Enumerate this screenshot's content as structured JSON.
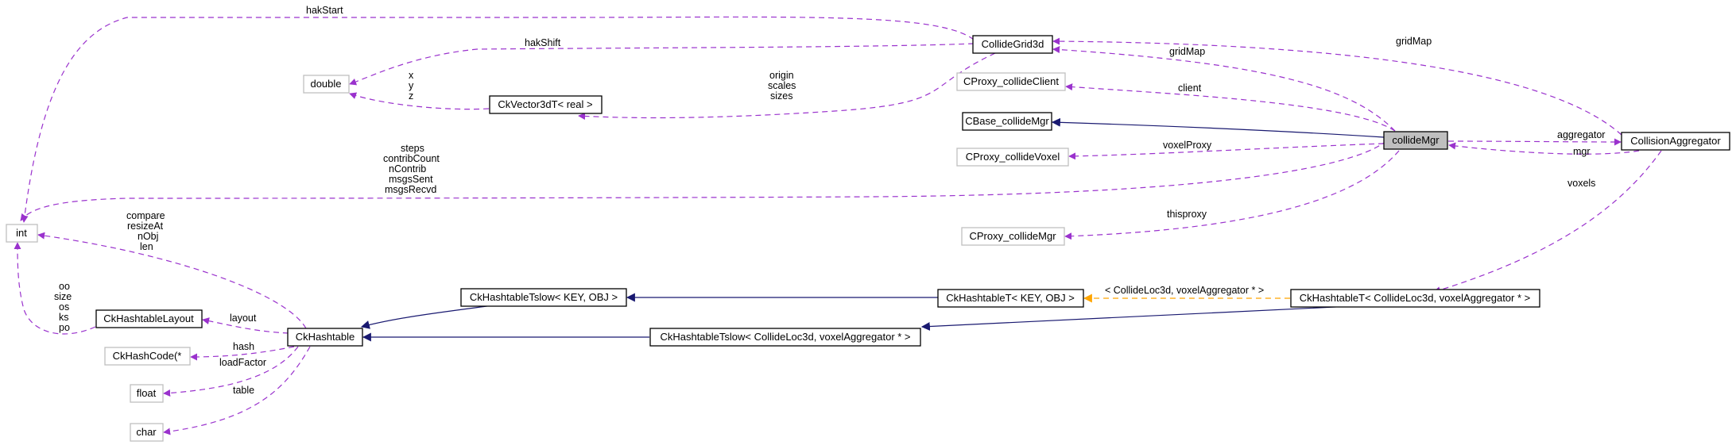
{
  "colors": {
    "usage_edge": "#9a32cd",
    "inheritance_edge": "#191970",
    "template_edge": "#ffa500",
    "focus_fill": "#bfbfbf",
    "gray_border": "#bfbfbf"
  },
  "nodes": {
    "int": "int",
    "double": "double",
    "float": "float",
    "char": "char",
    "ckhashcode": "CkHashCode(*",
    "ckhashtablelayout": "CkHashtableLayout",
    "ckhashtable": "CkHashtable",
    "ckvector3dt": "CkVector3dT< real >",
    "collidegrid3d": "CollideGrid3d",
    "cproxy_collideclient": "CProxy_collideClient",
    "cbase_collidemgr": "CBase_collideMgr",
    "cproxy_collidevoxel": "CProxy_collideVoxel",
    "cproxy_collidemgr": "CProxy_collideMgr",
    "collidemgr": "collideMgr",
    "collisionaggregator": "CollisionAggregator",
    "ckhashtabletslow_key_obj": "CkHashtableTslow< KEY, OBJ >",
    "ckhashtablet_key_obj": "CkHashtableT< KEY, OBJ >",
    "ckhashtablet_collide": "CkHashtableT< CollideLoc3d, voxelAggregator * >",
    "ckhashtabletslow_collide": "CkHashtableTslow< CollideLoc3d, voxelAggregator * >"
  },
  "edge_labels": {
    "hakstart": "hakStart",
    "hakshift": "hakShift",
    "gridmap_mgr": "gridMap",
    "gridmap_agg": "gridMap",
    "vec_xyz": [
      "x",
      "y",
      "z"
    ],
    "origin_scales_sizes": [
      "origin",
      "scales",
      "sizes"
    ],
    "client": "client",
    "voxelproxy": "voxelProxy",
    "thisproxy": "thisproxy",
    "mgr_int": [
      "steps",
      "contribCount",
      "nContrib",
      "msgsSent",
      "msgsRecvd"
    ],
    "hashtable_int": [
      "compare",
      "resizeAt",
      "nObj",
      "len"
    ],
    "layout_int": [
      "oo",
      "size",
      "os",
      "ks",
      "po"
    ],
    "layout": "layout",
    "hash": "hash",
    "loadfactor": "loadFactor",
    "table": "table",
    "aggregator": "aggregator",
    "mgr": "mgr",
    "voxels": "voxels",
    "template_args": "< CollideLoc3d, voxelAggregator * >"
  }
}
